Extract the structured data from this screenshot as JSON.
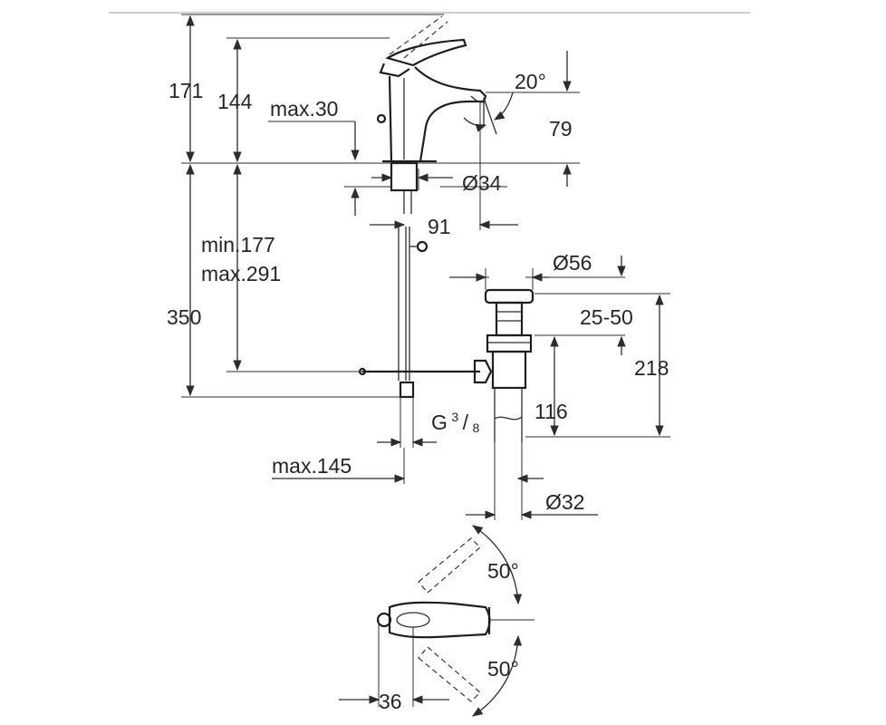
{
  "dimensions": {
    "d171": "171",
    "d144": "144",
    "max30": "max.30",
    "angle20": "20°",
    "d79": "79",
    "dia34": "Ø34",
    "d91": "91",
    "min177": "min.177",
    "max291": "max.291",
    "d350": "350",
    "dia56": "Ø56",
    "range2550": "25-50",
    "d218": "218",
    "thread_g": "G",
    "thread_num": "3",
    "thread_den": "8",
    "d116": "116",
    "max145": "max.145",
    "dia32": "Ø32",
    "angle50_top": "50°",
    "angle50_bottom": "50°",
    "d36": "36"
  },
  "colors": {
    "line": "#2c2c2c",
    "text": "#262626",
    "background": "#ffffff"
  }
}
